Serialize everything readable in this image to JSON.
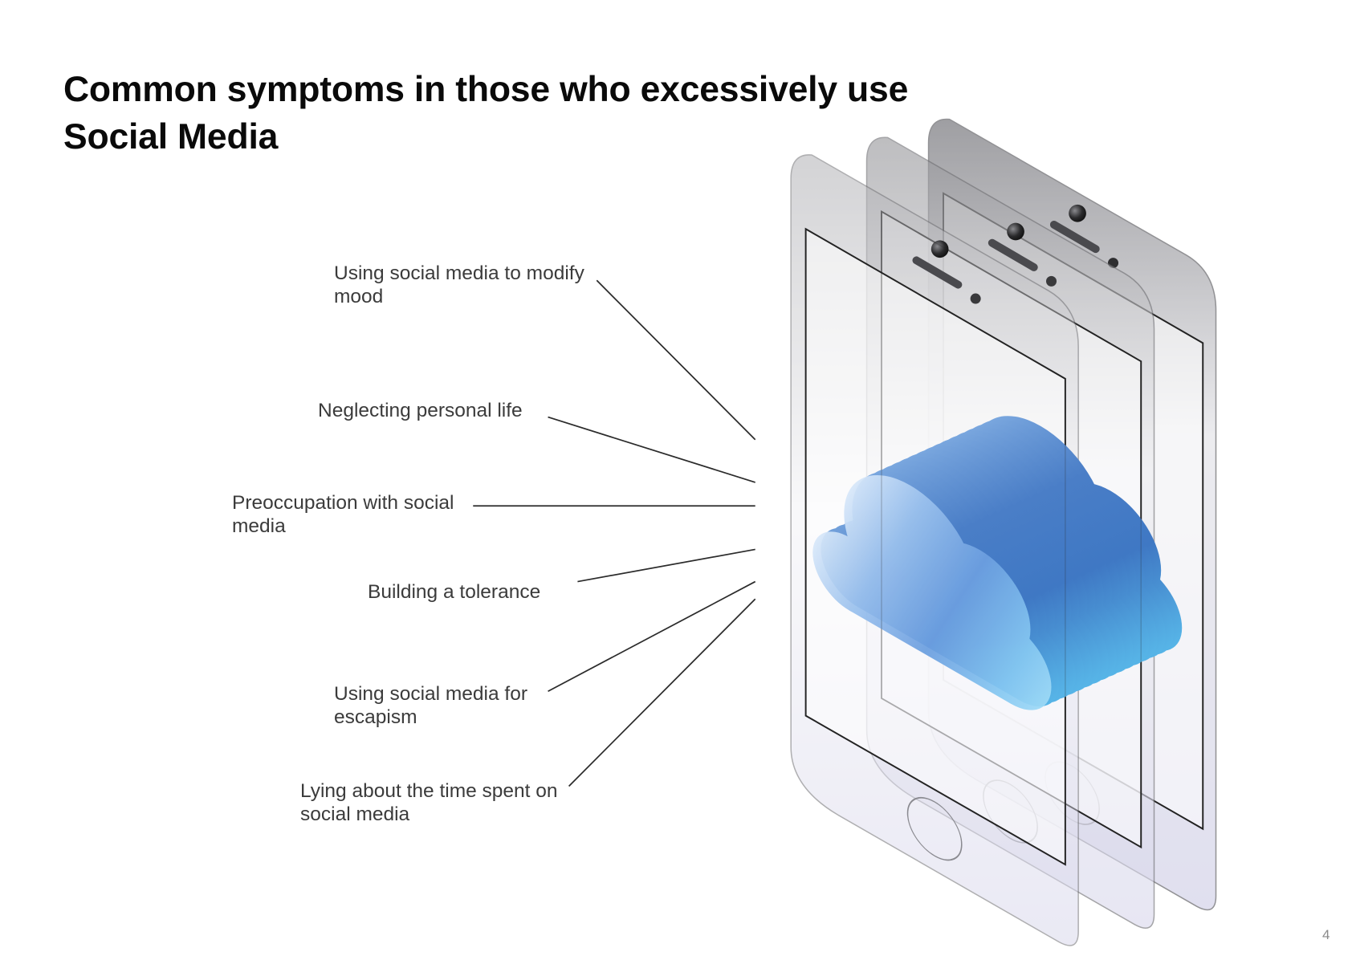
{
  "slide": {
    "title_lines": [
      "Common symptoms in those who excessively use",
      "Social Media"
    ],
    "page_number": "4"
  },
  "symptoms": [
    {
      "lines": [
        "Using social media to modify",
        "mood"
      ]
    },
    {
      "lines": [
        "Neglecting personal life"
      ]
    },
    {
      "lines": [
        "Preoccupation with social",
        "media"
      ]
    },
    {
      "lines": [
        "Building a tolerance"
      ]
    },
    {
      "lines": [
        "Using social media for",
        "escapism"
      ]
    },
    {
      "lines": [
        "Lying about the time spent on",
        "social media"
      ]
    }
  ],
  "colors": {
    "title": "#0a0a0a",
    "label": "#3b3b3b",
    "callout_line": "#2b2b2b",
    "page_number": "#8a8a8a",
    "cloud_blue": "#4a7ec7",
    "cloud_cyan": "#5cc2ef"
  }
}
